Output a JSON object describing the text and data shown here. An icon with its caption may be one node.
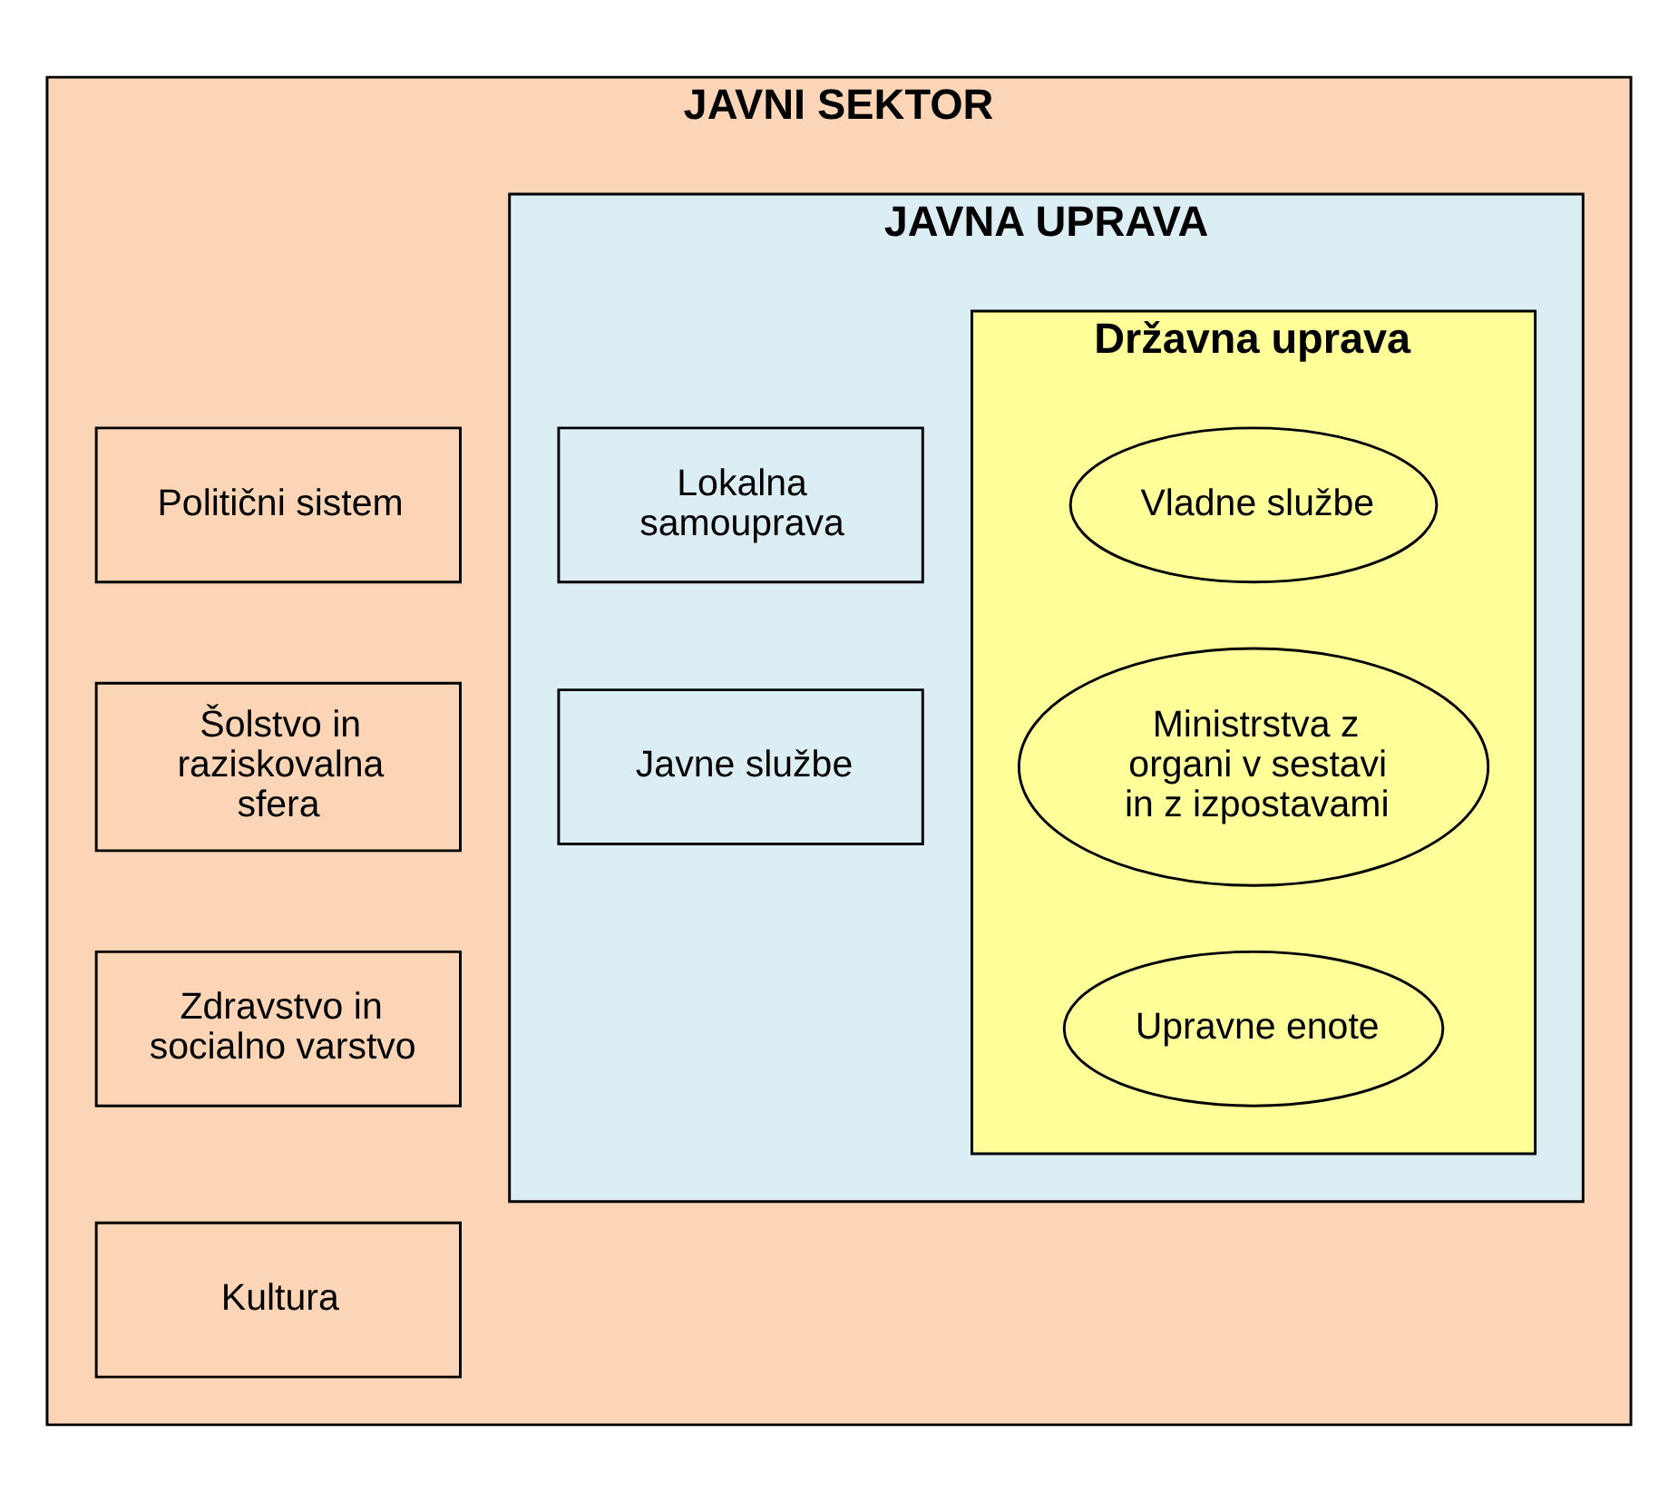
{
  "diagram": {
    "nodes": [
      {
        "text": [
          "JAVNI SEKTOR"
        ]
      },
      {
        "text": [
          "JAVNA UPRAVA"
        ],
        "in": 0
      },
      {
        "text": [
          "Državna uprava"
        ],
        "in": 1
      },
      {
        "text": [
          "Vladne službe"
        ],
        "in": 2
      },
      {
        "text": [
          "Ministrstva z organi v sestavi in z izpostavami"
        ],
        "in": 2
      },
      {
        "text": [
          "Upravne enote"
        ],
        "in": 2
      },
      {
        "text": [
          "Lokalna samouprava"
        ],
        "in": 1
      },
      {
        "text": [
          "Javne službe"
        ],
        "in": 1
      },
      {
        "text": [
          "Politični sistem"
        ],
        "in": 0
      },
      {
        "text": [
          "Šolstvo in raziskovalna sfera"
        ],
        "in": 0
      },
      {
        "text": [
          "Zdravstvo in socialno varstvo"
        ],
        "in": 0
      },
      {
        "text": [
          "Kultura"
        ],
        "in": 0
      }
    ]
  }
}
